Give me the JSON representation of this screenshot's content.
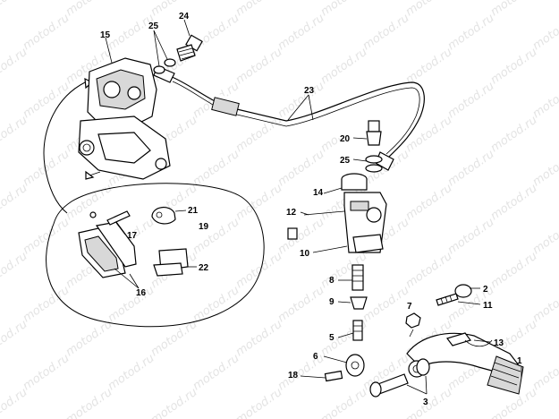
{
  "watermark": "motod.ru",
  "callouts": {
    "c1": "1",
    "c2": "2",
    "c3": "3",
    "c5": "5",
    "c6": "6",
    "c7": "7",
    "c8": "8",
    "c9": "9",
    "c10": "10",
    "c11": "11",
    "c12": "12",
    "c13": "13",
    "c14": "14",
    "c15": "15",
    "c16": "16",
    "c17": "17",
    "c18": "18",
    "c19": "19",
    "c20": "20",
    "c21": "21",
    "c22": "22",
    "c23": "23",
    "c24": "24",
    "c25a": "25",
    "c25b": "25"
  }
}
